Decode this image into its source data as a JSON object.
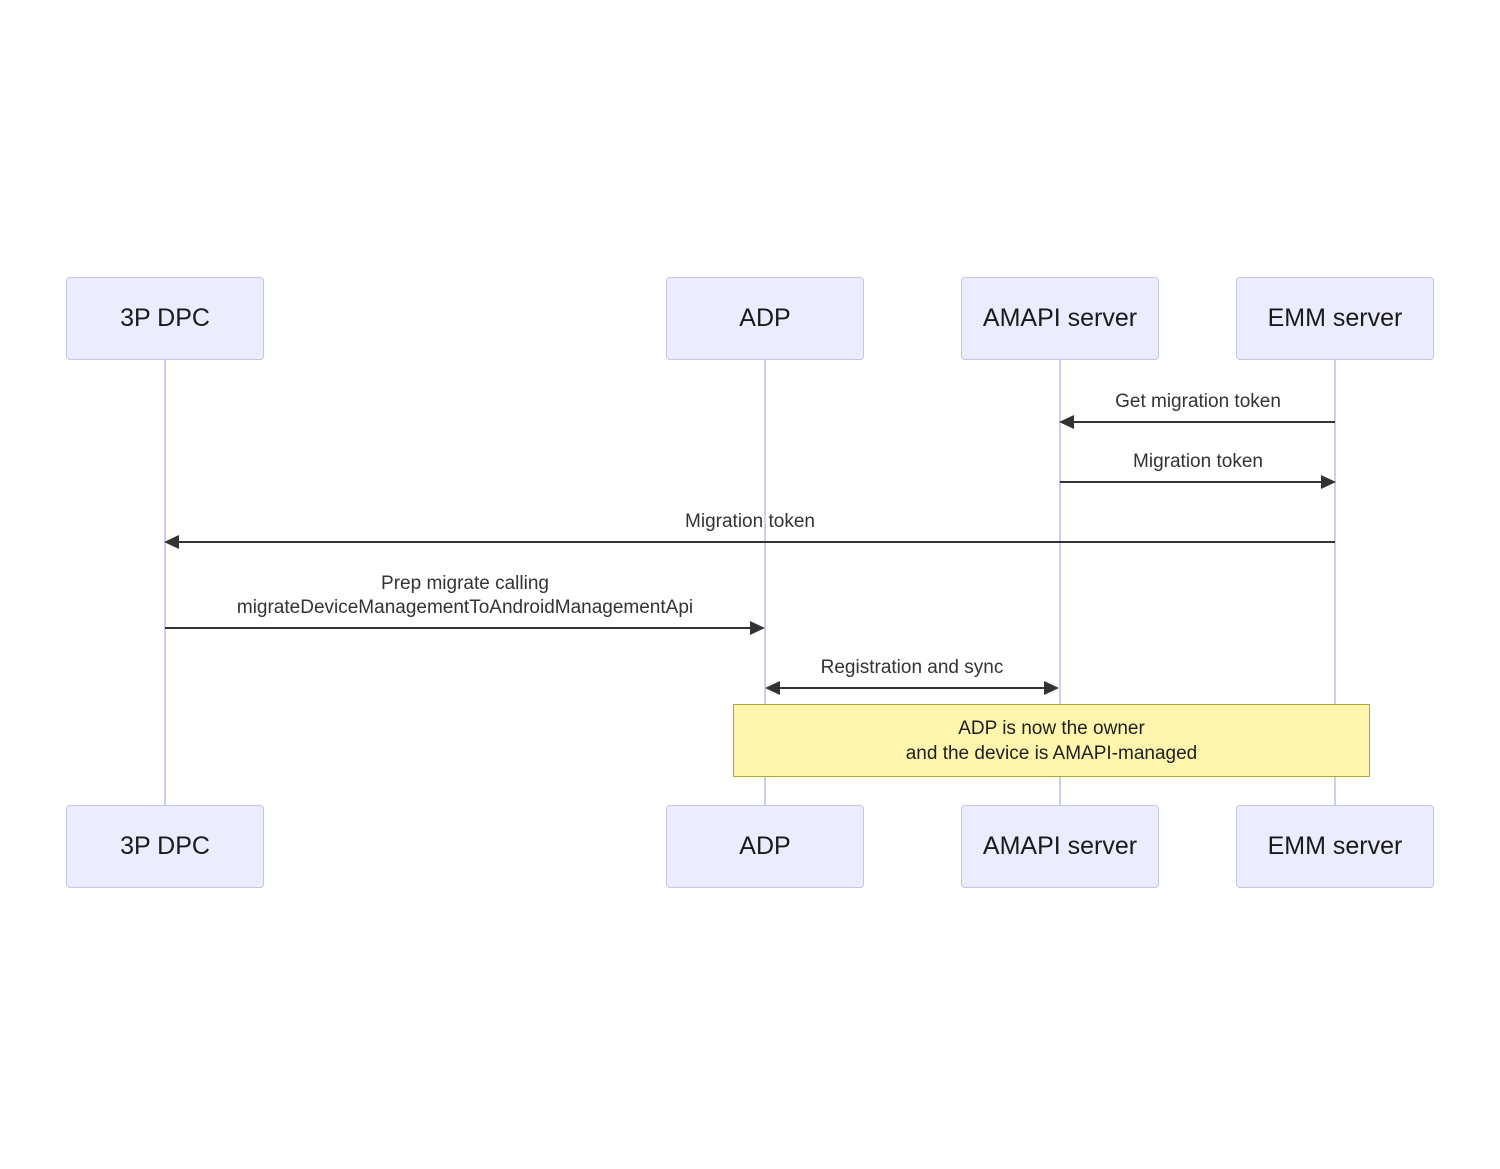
{
  "diagram": {
    "type": "sequence-diagram",
    "title": "",
    "actors": [
      {
        "id": "3p-dpc",
        "label": "3P DPC"
      },
      {
        "id": "adp",
        "label": "ADP"
      },
      {
        "id": "amapi-server",
        "label": "AMAPI server"
      },
      {
        "id": "emm-server",
        "label": "EMM server"
      }
    ],
    "messages": [
      {
        "text": "Get migration token",
        "from": "EMM server",
        "to": "AMAPI server",
        "direction": "left"
      },
      {
        "text": "Migration token",
        "from": "AMAPI server",
        "to": "EMM server",
        "direction": "right"
      },
      {
        "text": "Migration token",
        "from": "EMM server",
        "to": "3P DPC",
        "direction": "left"
      },
      {
        "text_line1": "Prep migrate calling",
        "text_line2": "migrateDeviceManagementToAndroidManagementApi",
        "from": "3P DPC",
        "to": "ADP",
        "direction": "right"
      },
      {
        "text": "Registration and sync",
        "from": "ADP",
        "to": "AMAPI server",
        "direction": "both"
      }
    ],
    "note": {
      "line1": "ADP is now the owner",
      "line2": "and the device is AMAPI-managed",
      "over": [
        "ADP",
        "EMM server"
      ]
    },
    "colors": {
      "actor_fill": "#ECECFF",
      "actor_border": "#c5c5e8",
      "lifeline": "#cdcdf0",
      "arrow": "#333333",
      "message_text": "#333333",
      "note_fill": "#fff5ad",
      "note_border": "#aaaa33",
      "background": "#ffffff"
    }
  }
}
